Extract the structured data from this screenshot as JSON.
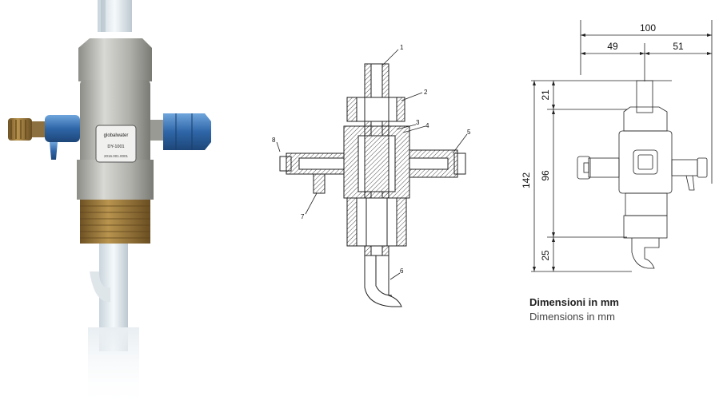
{
  "photo": {
    "badge_brand": "globalwater",
    "badge_model": "DY-1001",
    "badge_code": "2016.001.0001"
  },
  "section_view": {
    "parts": [
      "1",
      "2",
      "3",
      "4",
      "5",
      "6",
      "7",
      "8"
    ]
  },
  "dimensions": {
    "overall_width": "100",
    "left_width": "49",
    "right_width": "51",
    "overall_height": "142",
    "top_height": "21",
    "mid_height": "96",
    "bottom_height": "25"
  },
  "caption": {
    "it": "Dimensioni in mm",
    "en": "Dimensions in mm"
  },
  "colors": {
    "body_grey": "#b8b8b4",
    "fitting_blue": "#3d78b8",
    "brass": "#9c7a3a",
    "pipe_white": "#e8eef2"
  }
}
